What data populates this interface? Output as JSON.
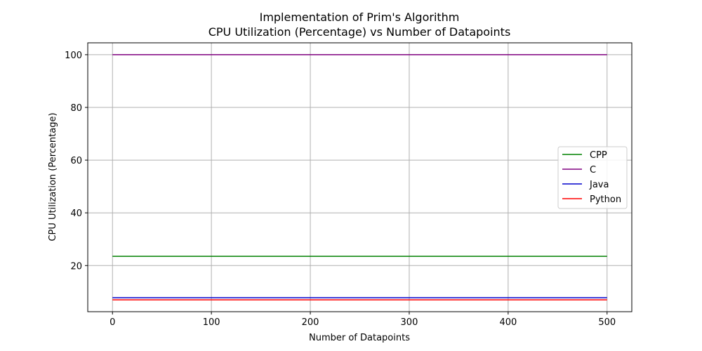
{
  "chart_data": {
    "type": "line",
    "title": "Implementation of Prim's Algorithm",
    "subtitle": "CPU Utilization (Percentage) vs Number of Datapoints",
    "xlabel": "Number of Datapoints",
    "ylabel": "CPU Utilization (Percentage)",
    "xlim": [
      -25,
      525
    ],
    "ylim": [
      2.5,
      104.5
    ],
    "xticks": [
      0,
      100,
      200,
      300,
      400,
      500
    ],
    "yticks": [
      20,
      40,
      60,
      80,
      100
    ],
    "grid": true,
    "legend_position": "center-right",
    "series": [
      {
        "name": "CPP",
        "color": "#008000",
        "x": [
          0,
          500
        ],
        "y": [
          23.5,
          23.5
        ]
      },
      {
        "name": "C",
        "color": "#800080",
        "x": [
          0,
          500
        ],
        "y": [
          100,
          100
        ]
      },
      {
        "name": "Java",
        "color": "#0000cc",
        "x": [
          0,
          500
        ],
        "y": [
          7.8,
          7.8
        ]
      },
      {
        "name": "Python",
        "color": "#ff0000",
        "x": [
          0,
          500
        ],
        "y": [
          7.0,
          7.0
        ]
      }
    ]
  }
}
